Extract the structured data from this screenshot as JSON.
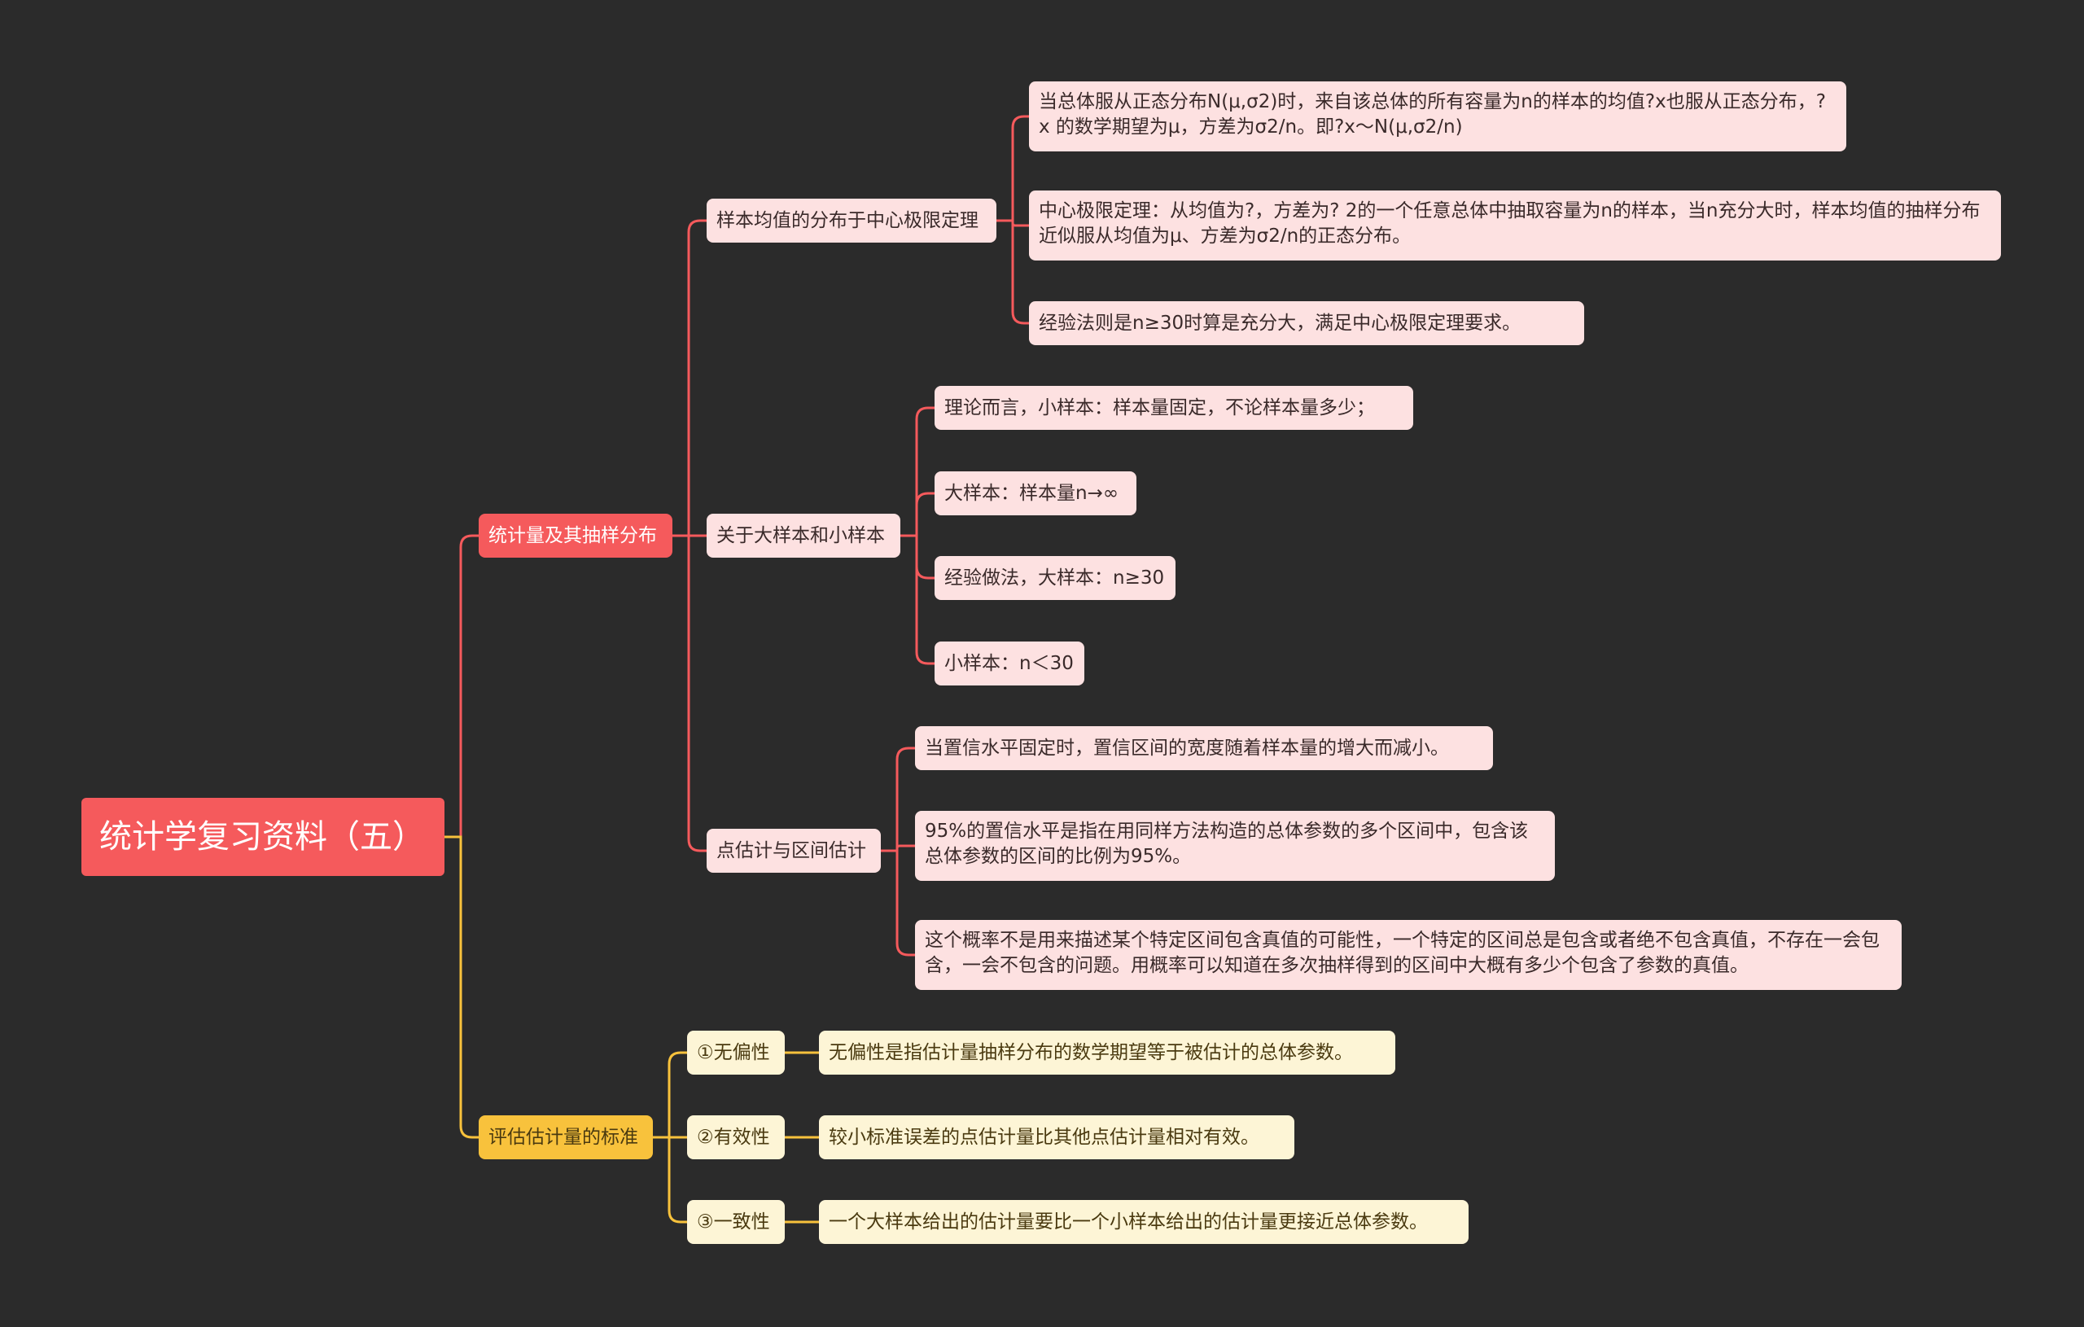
{
  "root": {
    "label": "统计学复习资料（五）"
  },
  "branches": [
    {
      "label": "统计量及其抽样分布",
      "children": [
        {
          "label": "样本均值的分布于中心极限定理",
          "children": [
            "当总体服从正态分布N(μ,σ2)时，来自该总体的所有容量为n的样本的均值?x也服从正态分布，?x 的数学期望为μ，方差为σ2/n。即?x～N(μ,σ2/n)",
            "中心极限定理：从均值为?，方差为? 2的一个任意总体中抽取容量为n的样本，当n充分大时，样本均值的抽样分布近似服从均值为μ、方差为σ2/n的正态分布。",
            "经验法则是n≥30时算是充分大，满足中心极限定理要求。"
          ]
        },
        {
          "label": "关于大样本和小样本",
          "children": [
            "理论而言，小样本：样本量固定，不论样本量多少；",
            "大样本：样本量n→∞",
            "经验做法，大样本：n≥30",
            "小样本：n＜30"
          ]
        },
        {
          "label": "点估计与区间估计",
          "children": [
            "当置信水平固定时，置信区间的宽度随着样本量的增大而减小。",
            "95%的置信水平是指在用同样方法构造的总体参数的多个区间中，包含该总体参数的区间的比例为95%。",
            "这个概率不是用来描述某个特定区间包含真值的可能性，一个特定的区间总是包含或者绝不包含真值，不存在一会包含，一会不包含的问题。用概率可以知道在多次抽样得到的区间中大概有多少个包含了参数的真值。"
          ]
        }
      ]
    },
    {
      "label": "评估估计量的标准",
      "children": [
        {
          "label": "①无偏性",
          "children": [
            "无偏性是指估计量抽样分布的数学期望等于被估计的总体参数。"
          ]
        },
        {
          "label": "②有效性",
          "children": [
            "较小标准误差的点估计量比其他点估计量相对有效。"
          ]
        },
        {
          "label": "③一致性",
          "children": [
            "一个大样本给出的估计量要比一个小样本给出的估计量更接近总体参数。"
          ]
        }
      ]
    }
  ],
  "colors": {
    "background": "#2b2b2b",
    "red": "#f55a5c",
    "red_light": "#fde1e1",
    "yellow": "#f8c23c",
    "yellow_light": "#fdf5d6"
  }
}
